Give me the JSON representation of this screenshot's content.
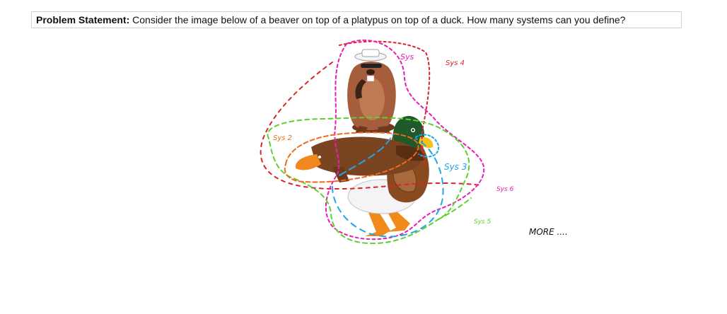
{
  "problem": {
    "label": "Problem Statement:",
    "text": "Consider the image below of a beaver on top of a platypus on top of a duck.  How many systems can you define?"
  },
  "annotations": {
    "sys1": "Sys",
    "sys2": "Sys 2",
    "sys3": "Sys 3",
    "sys4": "Sys 4",
    "sys5": "Sys 5",
    "sys6": "Sys 6",
    "more": "MORE ...."
  },
  "colors": {
    "red": "#d8262c",
    "magenta": "#e61eb4",
    "green": "#5bd130",
    "orange": "#ef6a1d",
    "blue": "#1fa6e8",
    "duck_brown": "#8a4a1f",
    "duck_head": "#1f5a2a",
    "beaver": "#a65d3c"
  }
}
